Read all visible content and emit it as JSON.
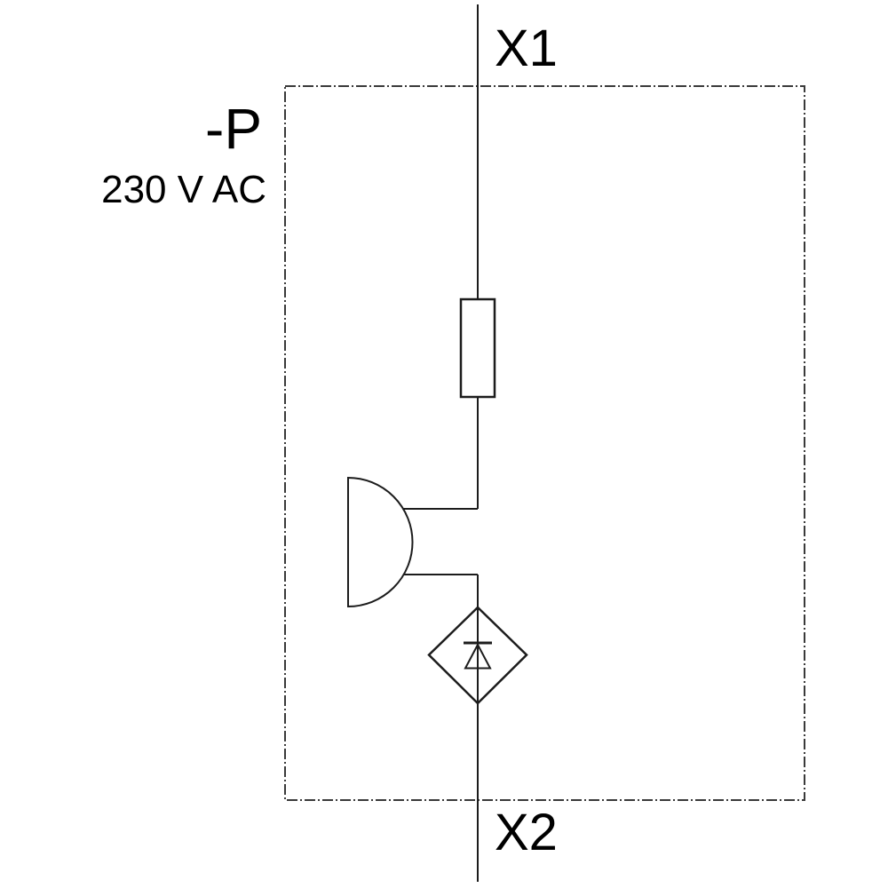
{
  "schematic": {
    "labels": {
      "terminal_top": "X1",
      "terminal_bottom": "X2",
      "device_tag": "-P",
      "voltage_rating": "230 V AC"
    },
    "components": {
      "boundary": "dash-dot-module-boundary",
      "resistor": "series-resistor-symbol",
      "lamp": "indicator-lamp-half-circle-symbol",
      "rectifier": "diode-bridge-diamond-symbol",
      "diode": "diode-icon"
    },
    "colors": {
      "line": "#1c1c1c",
      "boundary": "#3a3a3a",
      "text": "#000000",
      "background": "#ffffff"
    }
  }
}
